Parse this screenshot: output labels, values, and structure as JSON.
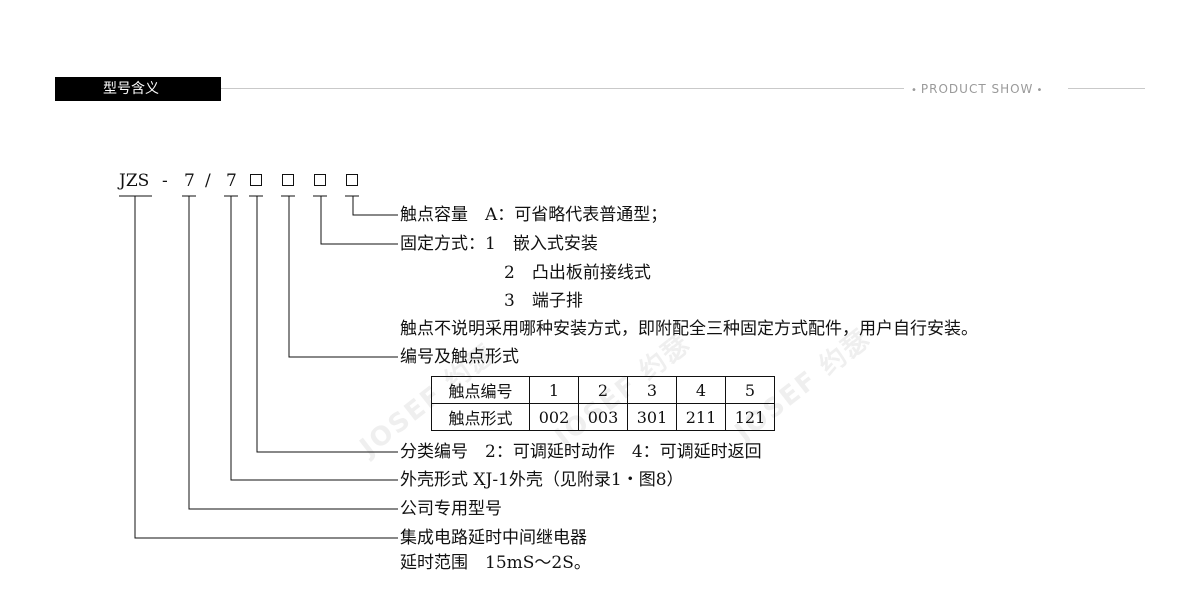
{
  "header": {
    "title": "型号含义",
    "right_label": "PRODUCT SHOW",
    "dot": "•"
  },
  "model_code": {
    "tokens": [
      "JZS",
      "-",
      "7",
      "/",
      "7"
    ]
  },
  "annotations": {
    "capacity": "触点容量　A：可省略代表普通型；",
    "mount_title": "固定方式：1　嵌入式安装",
    "mount_opt2": "2　凸出板前接线式",
    "mount_opt3": "3　端子排",
    "mount_note": "触点不说明采用哪种安装方式，即附配全三种固定方式配件，用户自行安装。",
    "contact_form": "编号及触点形式",
    "category": "分类编号　2：可调延时动作　4：可调延时返回",
    "shell": "外壳形式 XJ-1外壳（见附录1・图8）",
    "company": "公司专用型号",
    "relay": "集成电路延时中间继电器",
    "delay_range": "延时范围　15mS～2S。"
  },
  "contact_table": {
    "row1_header": "触点编号",
    "row2_header": "触点形式",
    "numbers": [
      "1",
      "2",
      "3",
      "4",
      "5"
    ],
    "forms": [
      "002",
      "003",
      "301",
      "211",
      "121"
    ]
  },
  "watermark": {
    "text": "JOSEF 约瑟"
  }
}
